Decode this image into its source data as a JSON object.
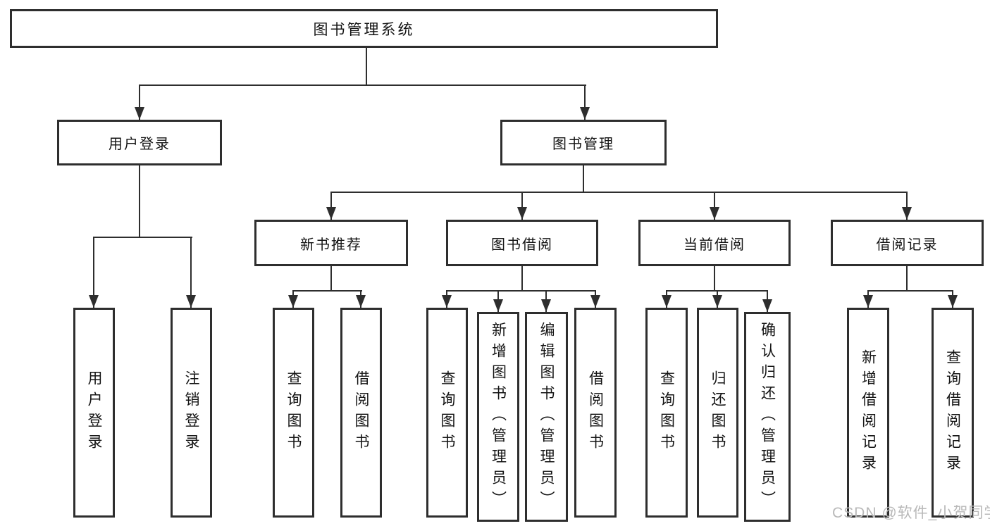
{
  "diagram": {
    "title": "图书管理系统",
    "watermark": "CSDN @软件_小贺同学",
    "colors": {
      "line": "#2e2e2e",
      "box_border": "#2e2e2e",
      "box_fill": "#ffffff",
      "text": "#141414",
      "watermark": "#b9b9b9",
      "background": "#ffffff"
    },
    "tree": {
      "label": "图书管理系统",
      "children": [
        {
          "label": "用户登录",
          "children": [
            {
              "label": "用户登录"
            },
            {
              "label": "注销登录"
            }
          ]
        },
        {
          "label": "图书管理",
          "children": [
            {
              "label": "新书推荐",
              "children": [
                {
                  "label": "查询图书"
                },
                {
                  "label": "借阅图书"
                }
              ]
            },
            {
              "label": "图书借阅",
              "children": [
                {
                  "label": "查询图书"
                },
                {
                  "label": "新增图书（管理员）"
                },
                {
                  "label": "编辑图书（管理员）"
                },
                {
                  "label": "借阅图书"
                }
              ]
            },
            {
              "label": "当前借阅",
              "children": [
                {
                  "label": "查询图书"
                },
                {
                  "label": "归还图书"
                },
                {
                  "label": "确认归还（管理员）"
                }
              ]
            },
            {
              "label": "借阅记录",
              "children": [
                {
                  "label": "新增借阅记录"
                },
                {
                  "label": "查询借阅记录"
                }
              ]
            }
          ]
        }
      ]
    }
  }
}
